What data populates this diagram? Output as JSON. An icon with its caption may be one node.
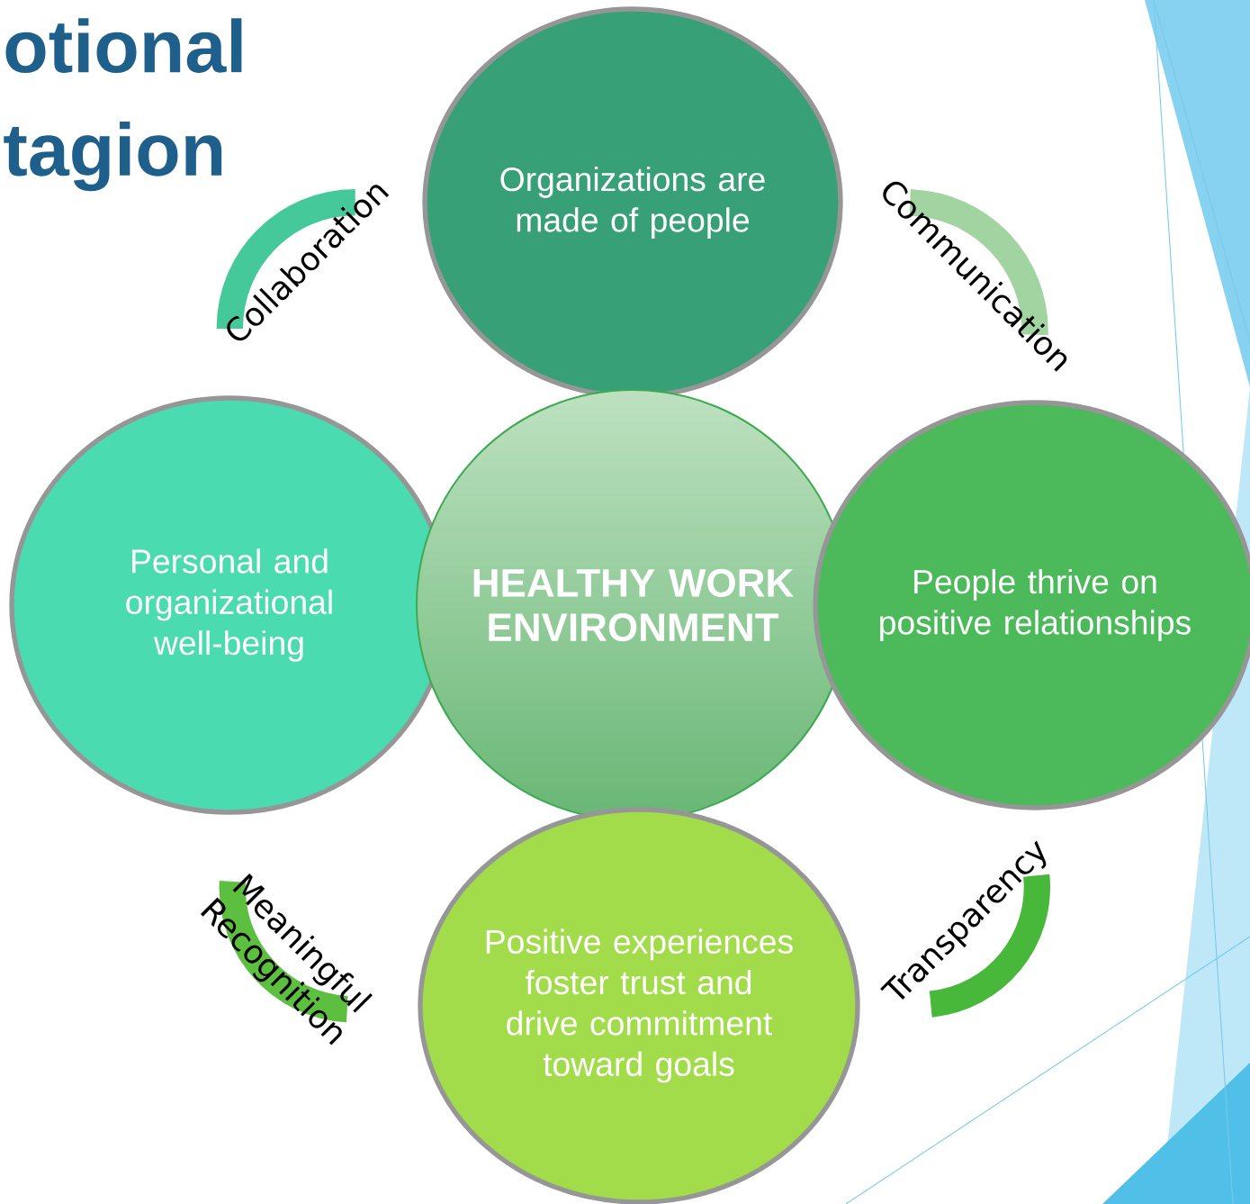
{
  "diagram": {
    "title": "otional tagion",
    "nodes": [
      {
        "text": [
          "Organizations are made of people"
        ]
      },
      {
        "text": [
          "Personal and organizational well-being"
        ]
      },
      {
        "text": [
          "HEALTHY WORK ENVIRONMENT"
        ]
      },
      {
        "text": [
          "People thrive on positive relationships"
        ]
      },
      {
        "text": [
          "Positive experiences foster trust and drive commitment toward goals"
        ]
      }
    ],
    "edges": [
      {
        "from": 0,
        "to": 1,
        "arrow": "none",
        "label": "Collaboration",
        "color": "#45c99b"
      },
      {
        "from": 0,
        "to": 3,
        "arrow": "none",
        "label": "Communication",
        "color": "#a2d4a2"
      },
      {
        "from": 3,
        "to": 4,
        "arrow": "none",
        "label": "Transparency",
        "color": "#48b83a"
      },
      {
        "from": 1,
        "to": 4,
        "arrow": "none",
        "label": "Meaningful Recognition",
        "color": "#5cbf3f"
      }
    ]
  }
}
